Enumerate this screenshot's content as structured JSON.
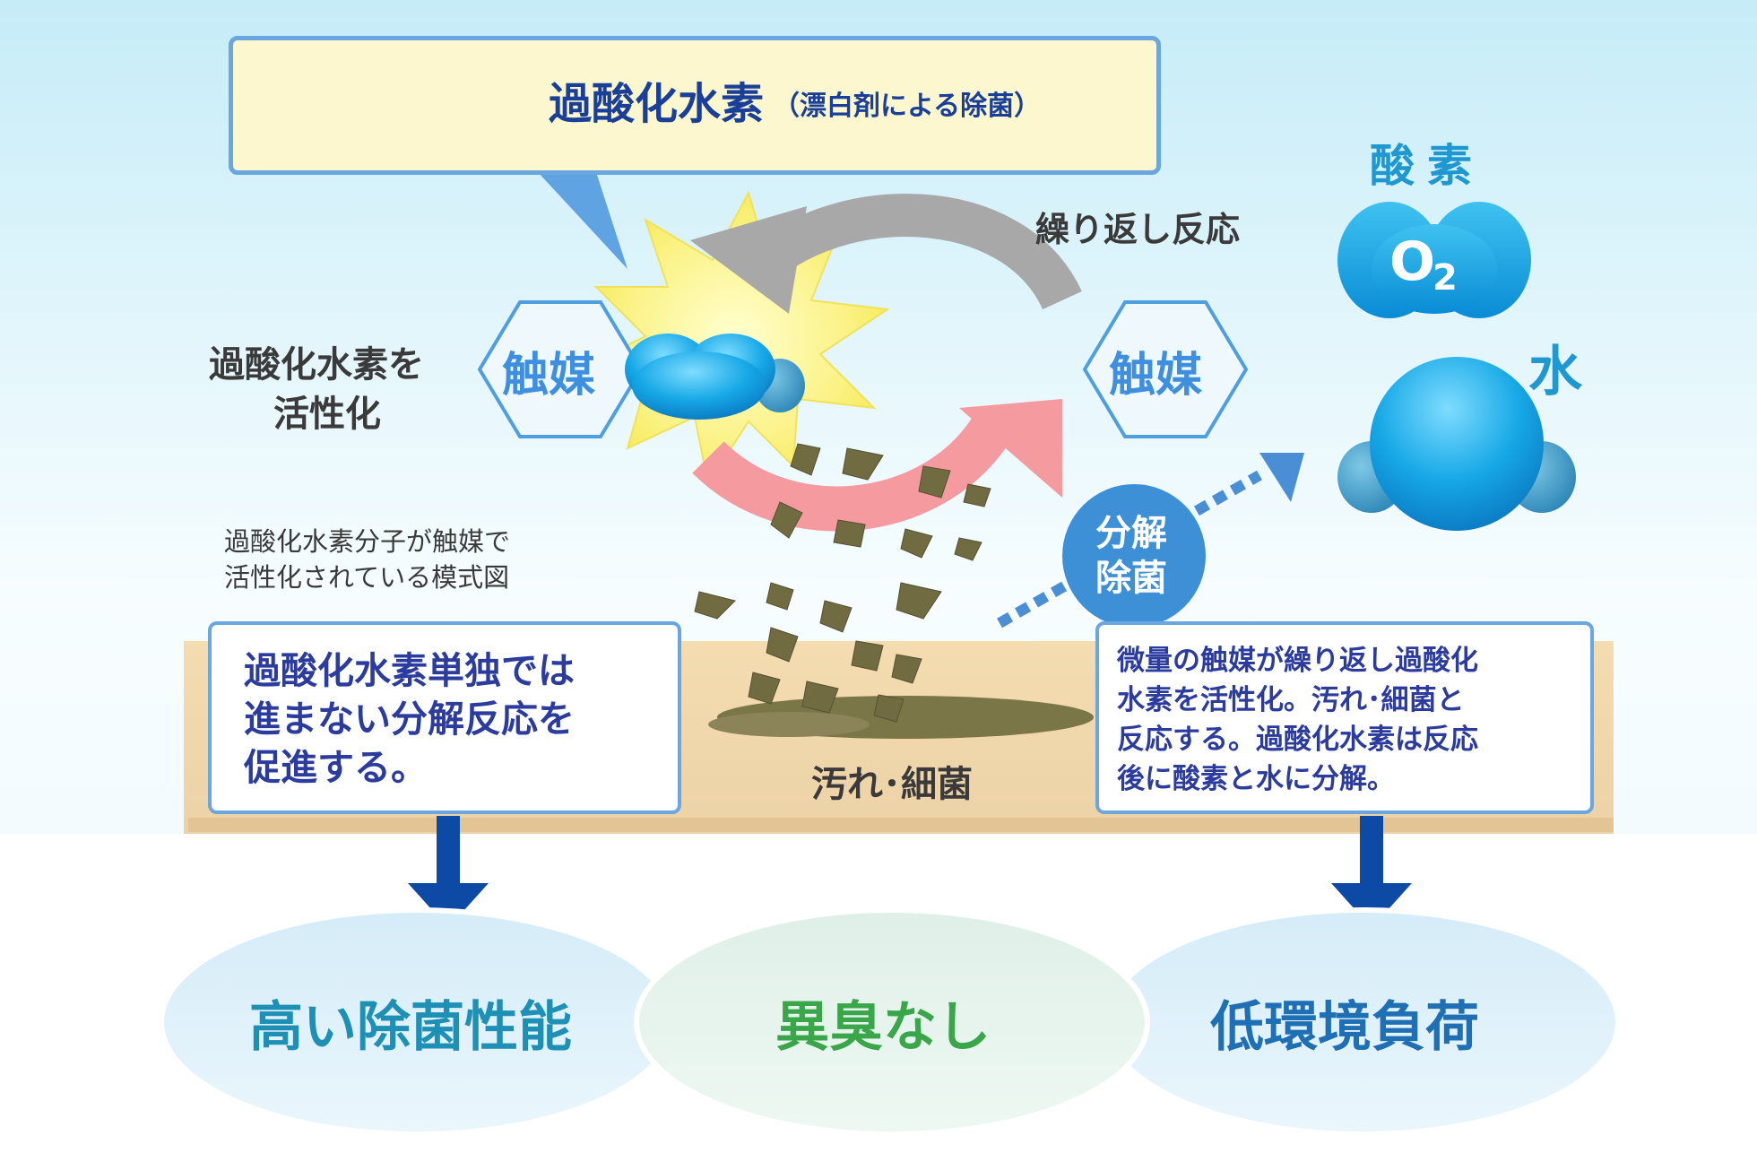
{
  "callout": {
    "title": "過酸化水素",
    "subtitle": "（漂白剤による除菌）"
  },
  "labels": {
    "repeat_reaction": "繰り返し反応",
    "oxygen": "酸素",
    "o2_main": "O",
    "o2_sub": "2",
    "water": "水",
    "catalyst_left": "触媒",
    "catalyst_right": "触媒",
    "activate_line1": "過酸化水素を",
    "activate_line2": "活性化",
    "model_note_line1": "過酸化水素分子が触媒で",
    "model_note_line2": "活性化されている模式図",
    "decompose_line1": "分解",
    "decompose_line2": "除菌",
    "dirt_bacteria": "汚れ･細菌"
  },
  "left_box": {
    "line1": "過酸化水素単独では",
    "line2": "進まない分解反応を",
    "line3": "促進する。"
  },
  "right_box": {
    "line1": "微量の触媒が繰り返し過酸化",
    "line2": "水素を活性化。汚れ･細菌と",
    "line3": "反応する。過酸化水素は反応",
    "line4": "後に酸素と水に分解。"
  },
  "benefits": [
    {
      "label": "高い除菌性能",
      "color": "#1e8fb5"
    },
    {
      "label": "異臭なし",
      "color": "#3aa64a"
    },
    {
      "label": "低環境負荷",
      "color": "#1e6fb3"
    }
  ],
  "colors": {
    "box_border": "#6aa6e0",
    "body_text": "#2b3c9e",
    "arrow_down": "#0c4aa5",
    "cycle_gray": "#a8a8a8",
    "cycle_pink": "#f59a9e"
  }
}
